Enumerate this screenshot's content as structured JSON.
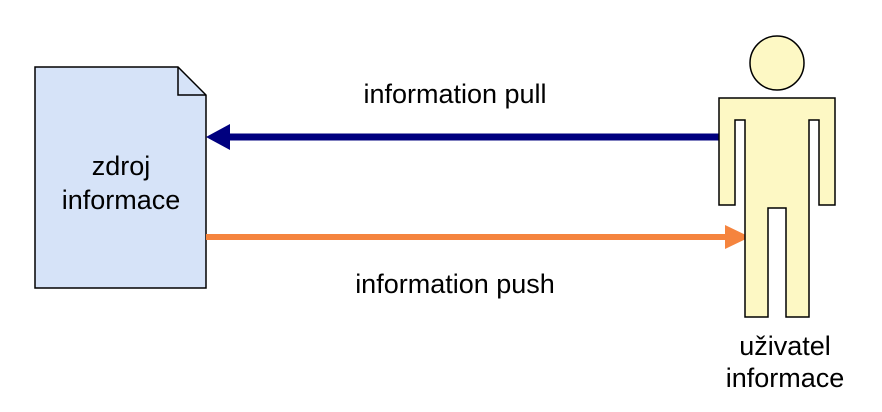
{
  "source": {
    "line1": "zdroj",
    "line2": "informace",
    "fill": "#d6e3f8",
    "stroke": "#000000"
  },
  "user": {
    "line1": "uživatel",
    "line2": "informace",
    "fill": "#fdf8c4",
    "stroke": "#000000"
  },
  "pull": {
    "label": "information pull",
    "color": "#00007f"
  },
  "push": {
    "label": "information push",
    "color": "#f5843e"
  }
}
